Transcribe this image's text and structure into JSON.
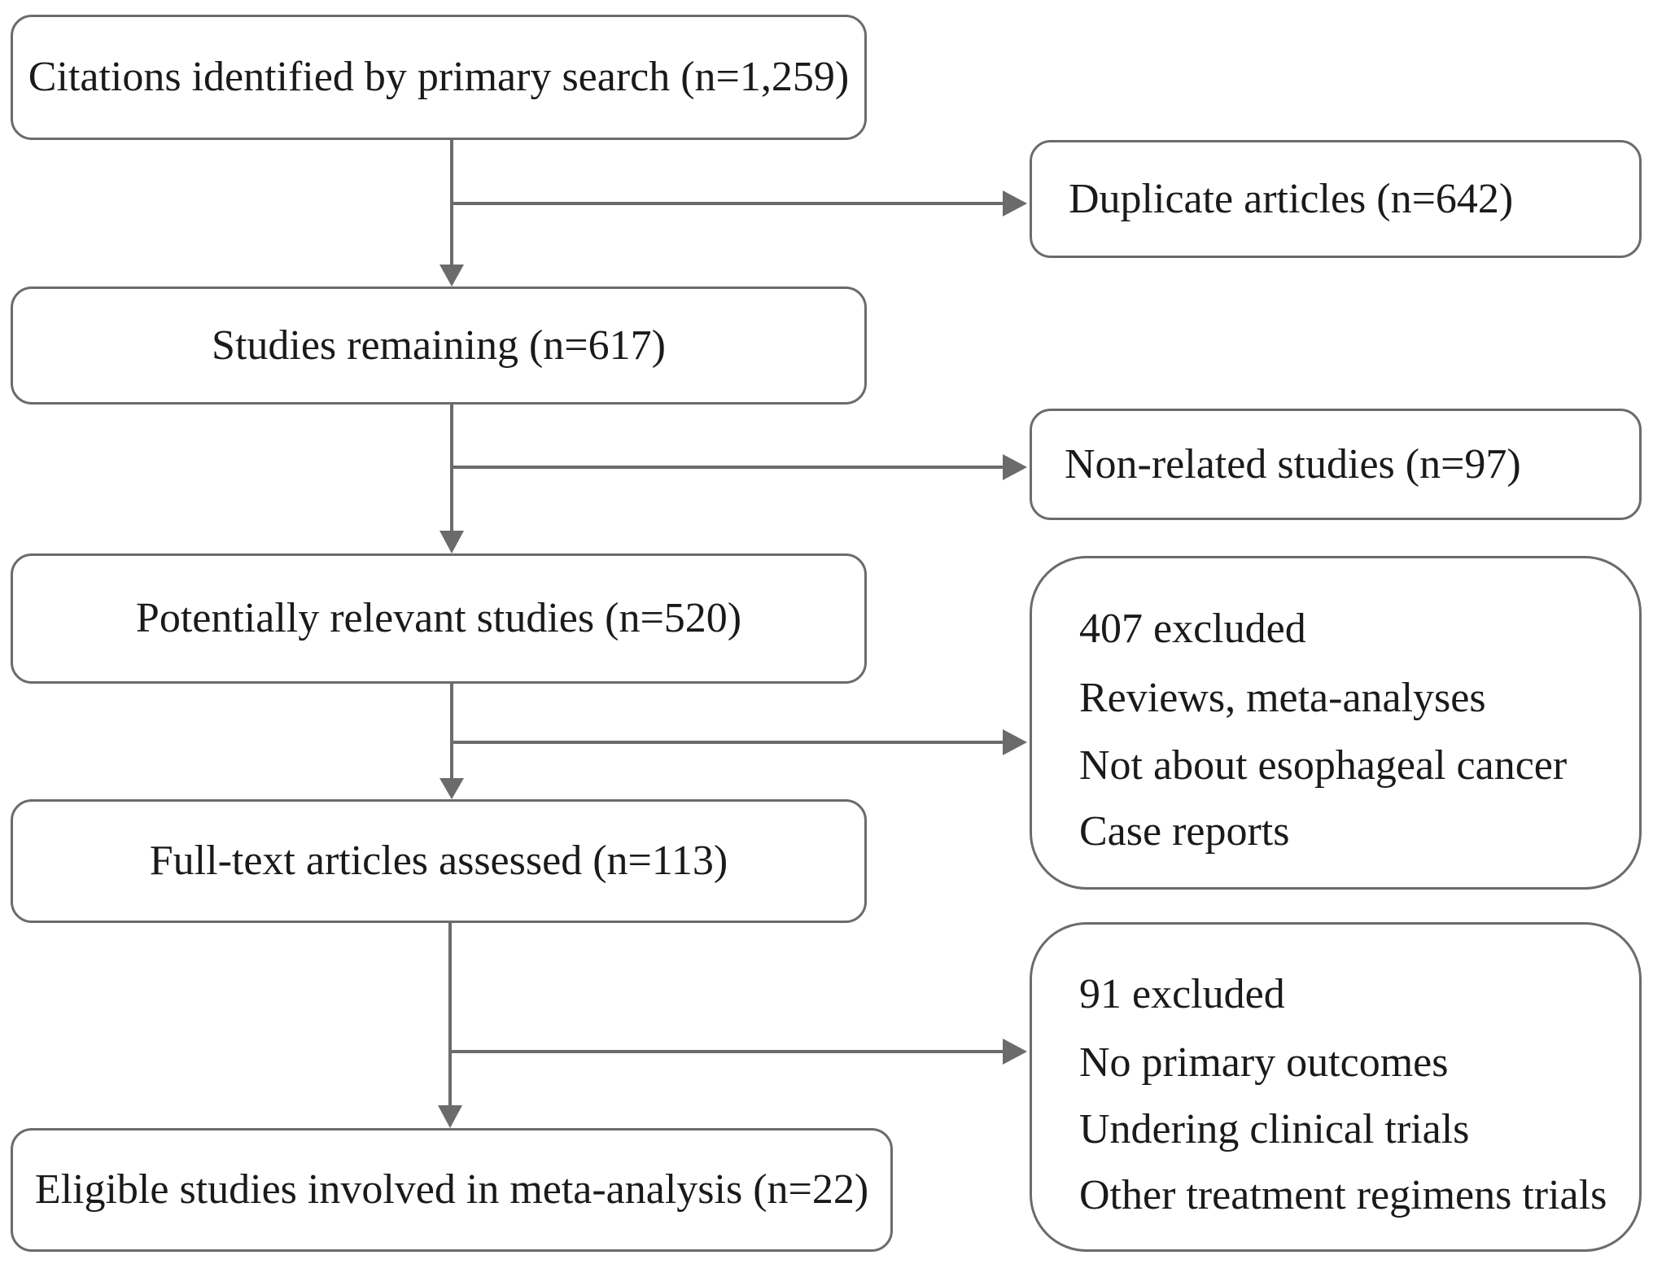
{
  "main_flow": {
    "primary_search": "Citations identified by primary search (n=1,259)",
    "remaining": "Studies remaining (n=617)",
    "potentially_relevant": "Potentially relevant studies (n=520)",
    "full_text": "Full-text articles assessed (n=113)",
    "eligible": "Eligible studies involved in meta-analysis (n=22)"
  },
  "exclusions": {
    "duplicates": "Duplicate articles (n=642)",
    "non_related": "Non-related studies (n=97)",
    "excluded_407": {
      "heading": "407 excluded",
      "reasons": [
        "Reviews, meta-analyses",
        "Not about esophageal cancer",
        "Case reports"
      ]
    },
    "excluded_91": {
      "heading": "91 excluded",
      "reasons": [
        "No primary outcomes",
        "Undering clinical trials",
        "Other treatment regimens trials"
      ]
    }
  },
  "colors": {
    "border": "#6b6b6b",
    "arrow": "#6b6b6b",
    "text": "#1a1a1a"
  }
}
